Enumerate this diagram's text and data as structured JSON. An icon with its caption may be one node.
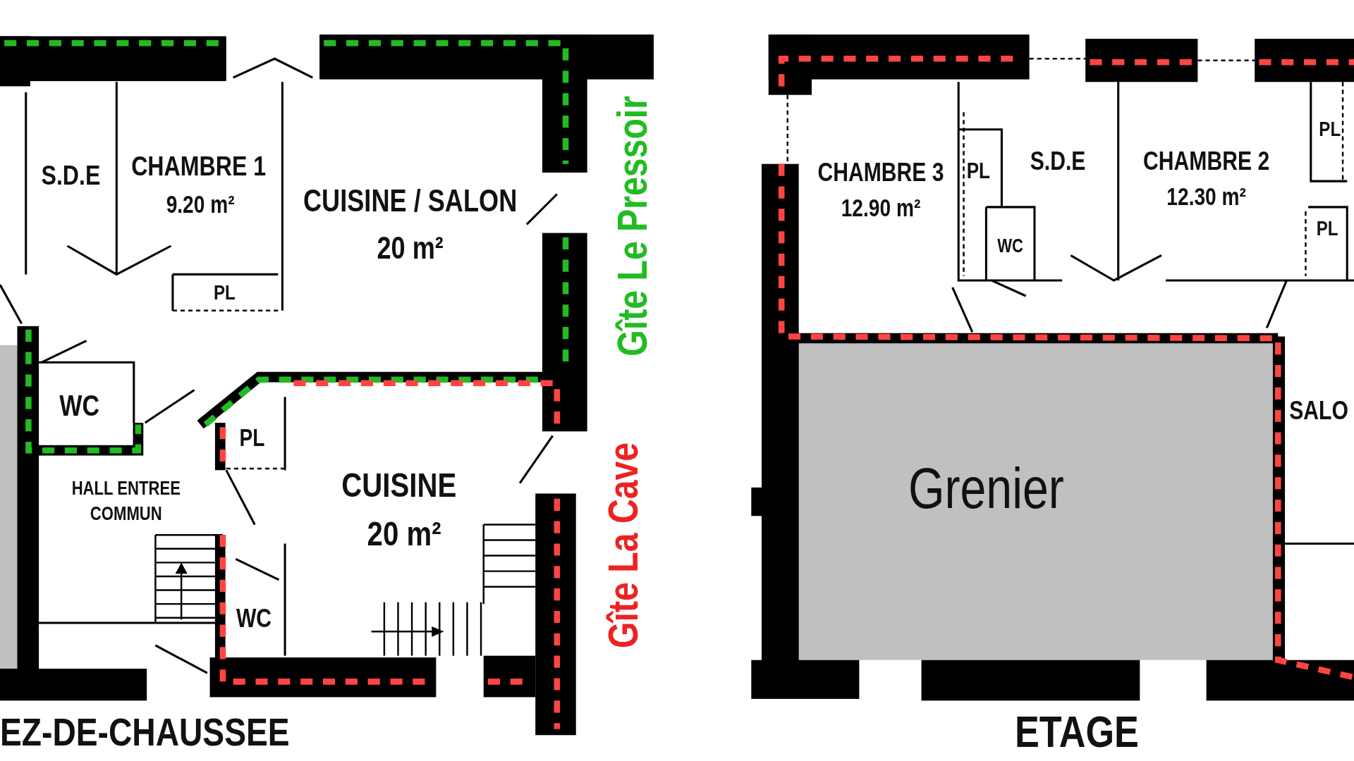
{
  "diagram": {
    "labels": [
      "S.D.E",
      "CHAMBRE 1",
      "9.20 m²",
      "CUISINE / SALON",
      "20 m²",
      "PL",
      "WC",
      "PL",
      "HALL ENTREE",
      "COMMUN",
      "CUISINE",
      "20 m²",
      "WC",
      "Gîte Le Pressoir",
      "Gîte La Cave",
      "EZ-DE-CHAUSSEE",
      "CHAMBRE 3",
      "12.90 m²",
      "PL",
      "S.D.E",
      "CHAMBRE 2",
      "12.30 m²",
      "PL",
      "WC",
      "PL",
      "Grenier",
      "SALO",
      "ETAGE"
    ]
  }
}
